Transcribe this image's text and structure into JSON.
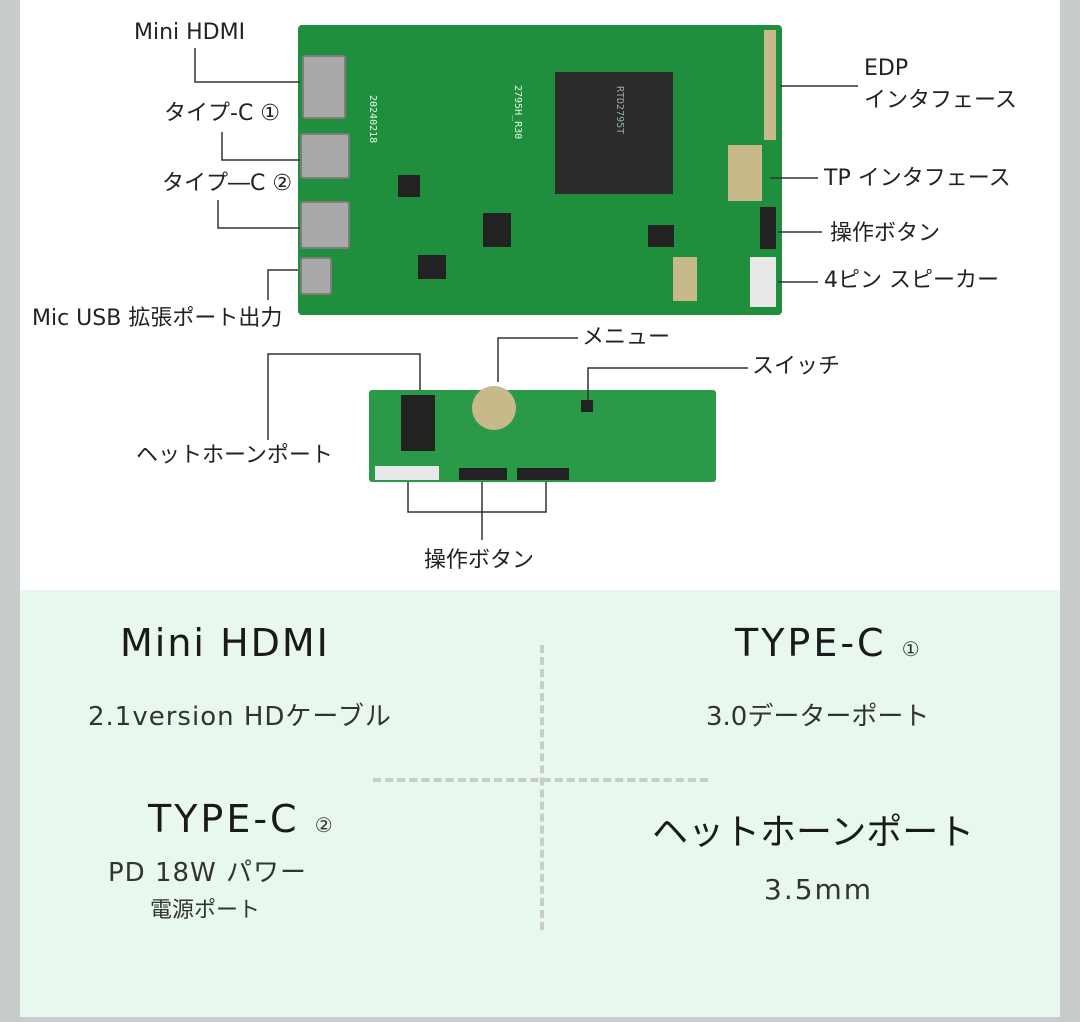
{
  "labels": {
    "mini_hdmi": "Mini HDMI",
    "type_c_1": "タイプ-C ①",
    "type_c_2": "タイプ―C ②",
    "mic_usb": "Mic USB 拡張ポート出力",
    "edp_line1": "EDP",
    "edp_line2": "インタフェース",
    "tp_interface": "TP インタフェース",
    "control_button": "操作ボタン",
    "speaker": "4ピン スピーカー",
    "menu": "メニュー",
    "switch": "スイッチ",
    "headphone": "ヘットホーンポート",
    "control_button_bottom": "操作ボタン"
  },
  "board_silk": {
    "chip_text": "RTD2795T",
    "silk_1": "2795H_R30",
    "silk_2": "20240218"
  },
  "specs": {
    "mini_hdmi": {
      "title": "Mini HDMI",
      "sub": "2.1version HDケーブル"
    },
    "type_c_1": {
      "title": "TYPE-C",
      "mark": "①",
      "sub": "3.0データーポート"
    },
    "type_c_2": {
      "title": "TYPE-C",
      "mark": "②",
      "sub1": "PD 18W パワー",
      "sub2": "電源ポート"
    },
    "headphone": {
      "title": "ヘットホーンポート",
      "sub": "3.5mm"
    }
  },
  "colors": {
    "panel_bg": "#e9f8ef",
    "pcb_green": "#1f8f3d",
    "page_bg": "#ffffff",
    "outer_bg": "#c9cccc"
  }
}
